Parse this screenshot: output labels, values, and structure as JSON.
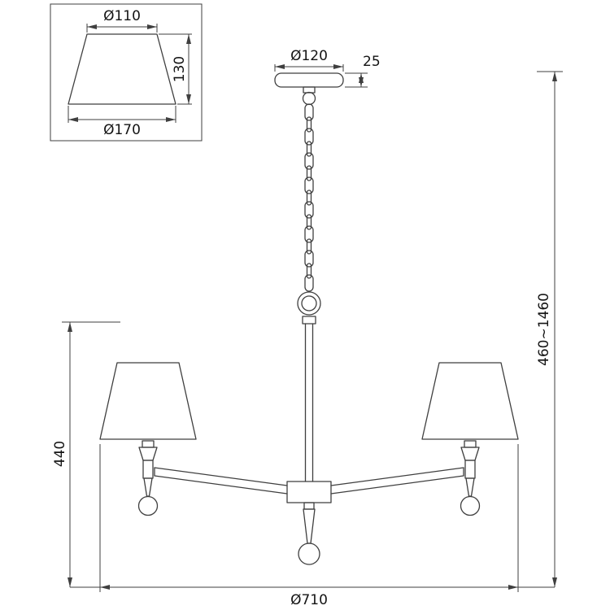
{
  "colors": {
    "line": "#3f3f3f",
    "text": "#141414",
    "background": "#ffffff"
  },
  "shade_detail": {
    "top_diameter": "Ø110",
    "height": "130",
    "bottom_diameter": "Ø170"
  },
  "canopy": {
    "diameter": "Ø120",
    "height": "25"
  },
  "overall": {
    "hanging_height": "460~1460",
    "body_height": "440",
    "width": "Ø710"
  }
}
